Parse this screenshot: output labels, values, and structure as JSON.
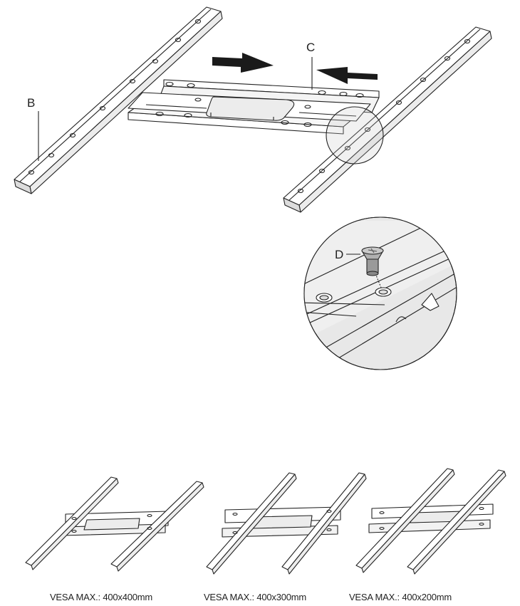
{
  "labels": {
    "rail": "B",
    "slider": "C",
    "screw": "D"
  },
  "captions": [
    "VESA MAX.: 400x400mm",
    "VESA MAX.: 400x300mm",
    "VESA MAX.: 400x200mm"
  ],
  "colors": {
    "stroke": "#222222",
    "fill": "#ffffff",
    "shade": "#e9e9e9",
    "screw": "#9a9a9a",
    "arrow": "#1a1a1a"
  }
}
